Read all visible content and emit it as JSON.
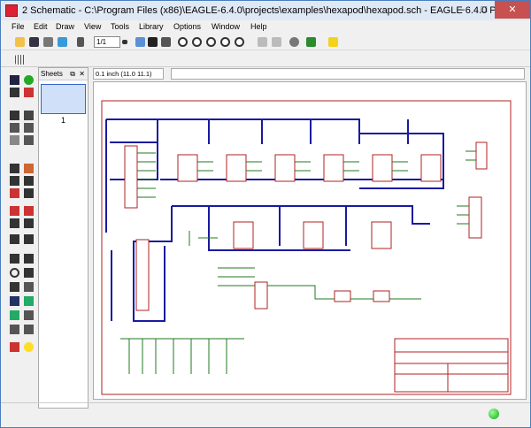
{
  "window": {
    "title": "2 Schematic - C:\\Program Files (x86)\\EAGLE-6.4.0\\projects\\examples\\hexapod\\hexapod.sch - EAGLE 6.4.0 Profe",
    "minimize": "–",
    "maximize": "□",
    "close": "✕"
  },
  "menu": [
    "File",
    "Edit",
    "Draw",
    "View",
    "Tools",
    "Library",
    "Options",
    "Window",
    "Help"
  ],
  "toolbar": {
    "zoom_select": "1/1"
  },
  "sheets_panel": {
    "title": "Sheets",
    "sheet_number": "1"
  },
  "command": {
    "coordinate": "0.1 inch (11.0 11.1)",
    "input": ""
  },
  "colors": {
    "wire": "#1a1aa0",
    "net": "#1f7a1f",
    "part": "#b22222",
    "frame": "#b22222"
  }
}
